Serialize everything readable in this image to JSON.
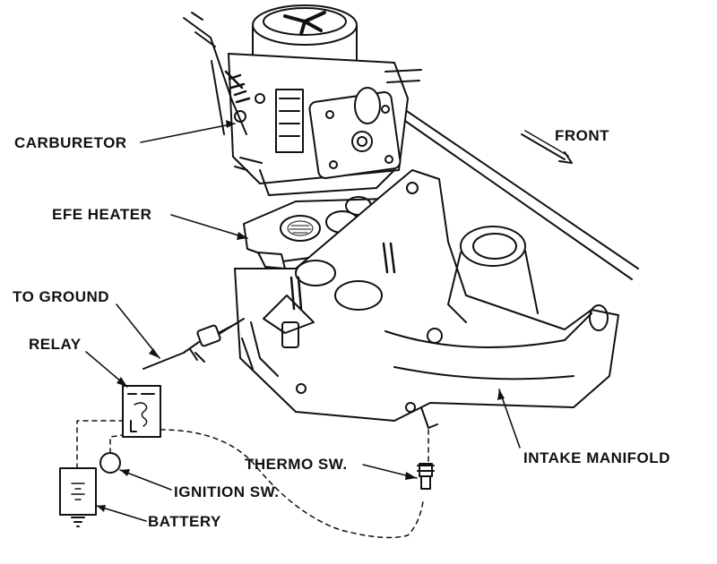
{
  "labels": {
    "carburetor": "CARBURETOR",
    "efe_heater": "EFE HEATER",
    "to_ground": "TO GROUND",
    "relay": "RELAY",
    "thermo_switch": "THERMO SW.",
    "ignition_switch": "IGNITION SW.",
    "battery": "BATTERY",
    "intake_manifold": "INTAKE MANIFOLD",
    "front": "FRONT"
  },
  "colors": {
    "ink": "#111111",
    "paper": "#ffffff"
  }
}
